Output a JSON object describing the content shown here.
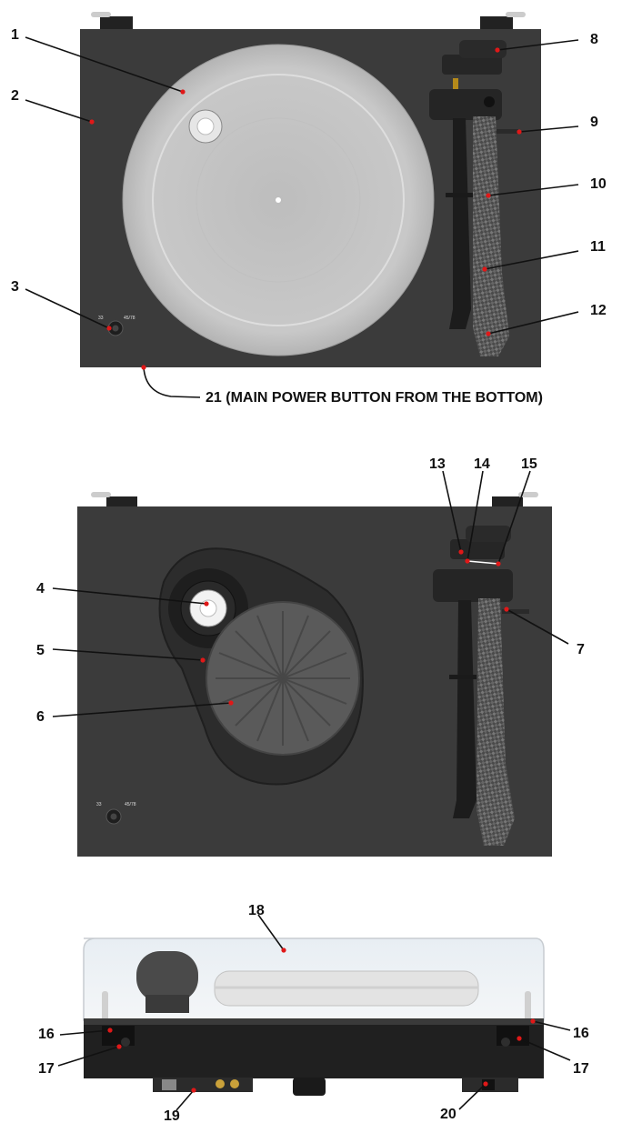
{
  "callouts": {
    "c1": "1",
    "c2": "2",
    "c3": "3",
    "c4": "4",
    "c5": "5",
    "c6": "6",
    "c7": "7",
    "c8": "8",
    "c9": "9",
    "c10": "10",
    "c11": "11",
    "c12": "12",
    "c13": "13",
    "c14": "14",
    "c15": "15",
    "c16_left": "16",
    "c16_right": "16",
    "c17_left": "17",
    "c17_right": "17",
    "c18": "18",
    "c19": "19",
    "c20": "20",
    "c21": "21 (MAIN POWER BUTTON FROM THE BOTTOM)"
  },
  "speed_labels": {
    "top_33": "33",
    "top_4578": "45/78",
    "mid_33": "33",
    "mid_4578": "45/78"
  },
  "colors": {
    "plinth": "#3b3b3b",
    "platter": "#c9c9c9",
    "subplatter": "#5a5a5a",
    "marker": "#e01818"
  }
}
